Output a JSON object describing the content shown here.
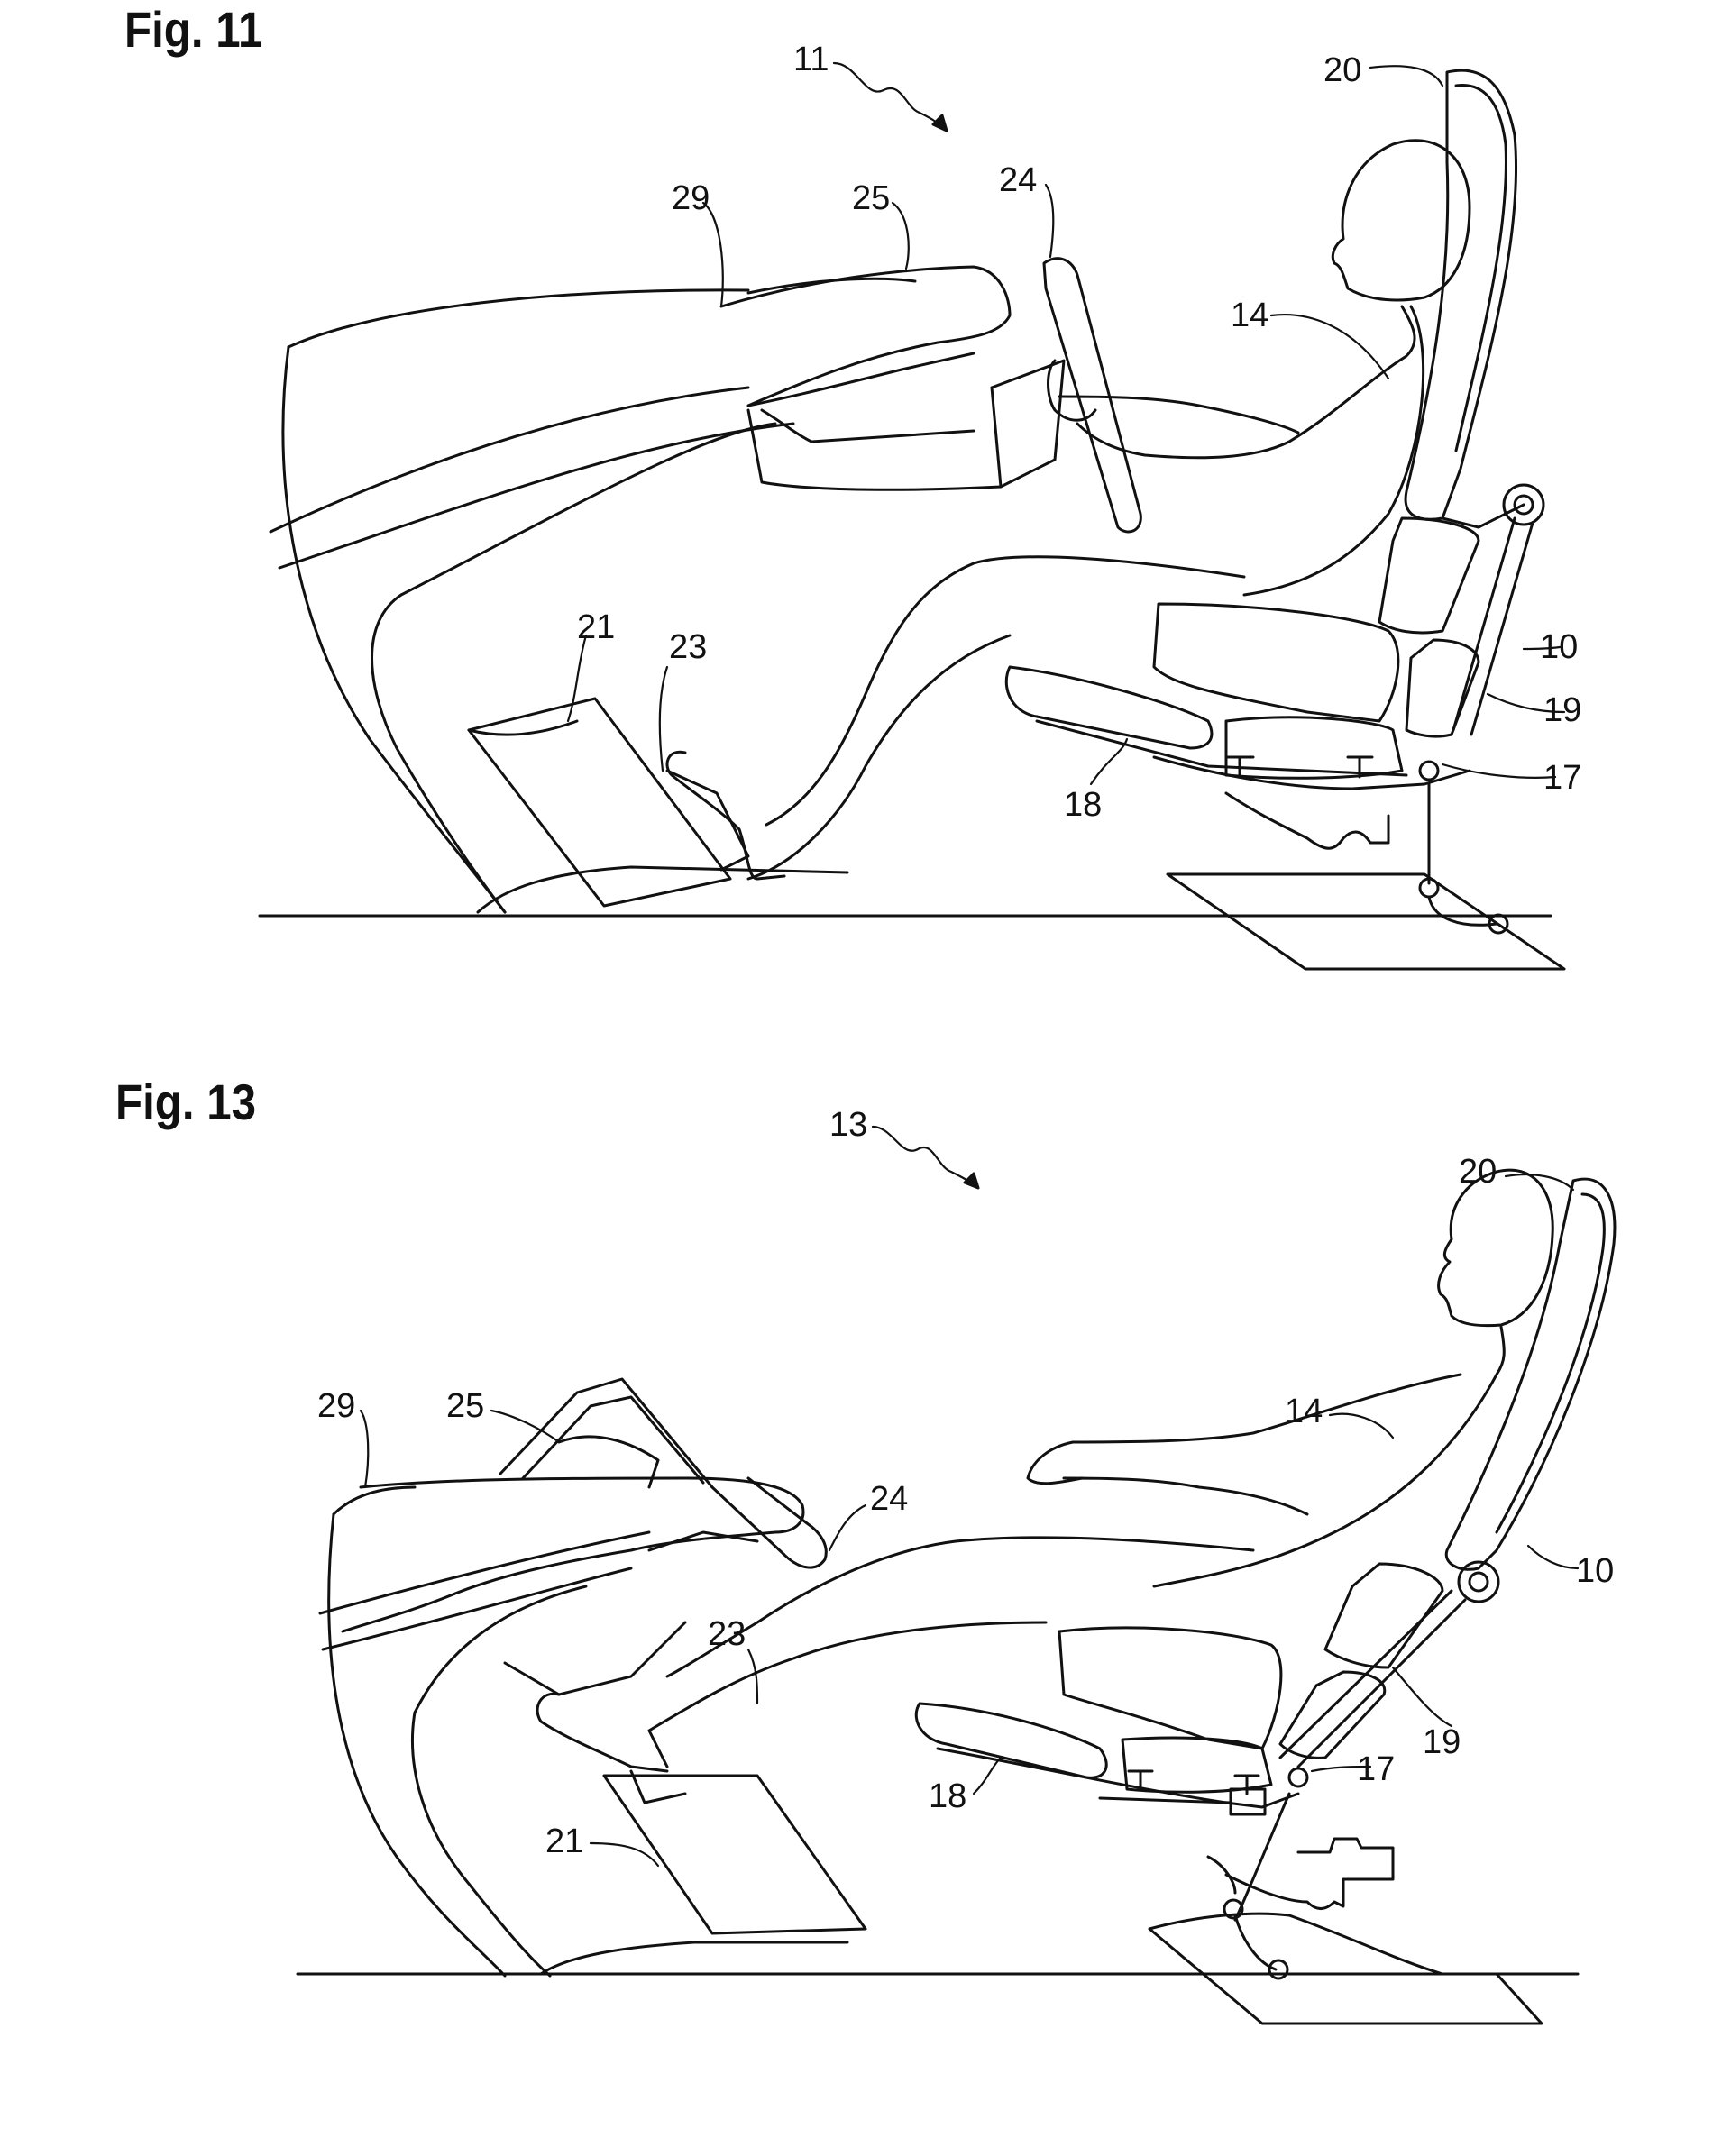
{
  "figures": [
    {
      "title": "Fig. 11",
      "labels": {
        "assembly": "11",
        "headrest": "20",
        "steering": "24",
        "dash": "29",
        "dash_top": "25",
        "occupant": "14",
        "seat": "10",
        "backrest": "19",
        "rail": "17",
        "cushion": "18",
        "pedal_a": "21",
        "pedal_b": "23"
      }
    },
    {
      "title": "Fig. 13",
      "labels": {
        "assembly": "13",
        "headrest": "20",
        "dash": "29",
        "dash_top": "25",
        "steering": "24",
        "occupant": "14",
        "seat": "10",
        "pedal_b": "23",
        "backrest": "19",
        "rail": "17",
        "cushion": "18",
        "pedal_a": "21"
      }
    }
  ]
}
